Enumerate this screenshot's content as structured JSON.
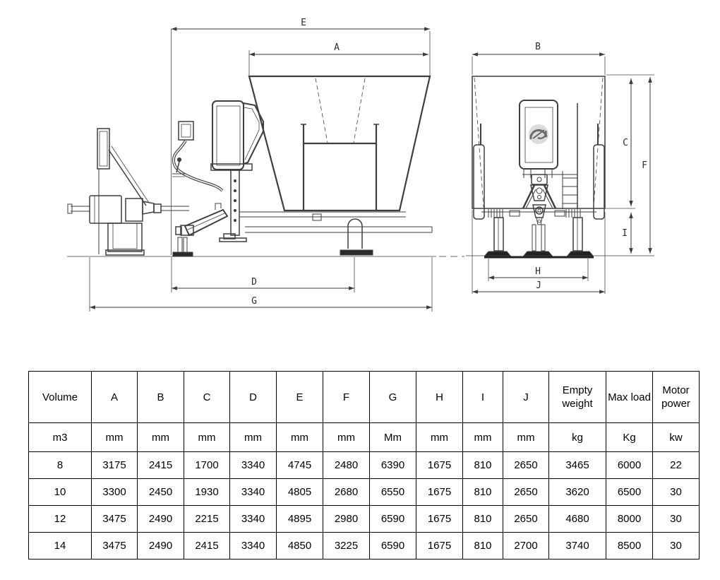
{
  "drawing": {
    "labels": {
      "E": "E",
      "A": "A",
      "D": "D",
      "G": "G",
      "B": "B",
      "C": "C",
      "F": "F",
      "I": "I",
      "H": "H",
      "J": "J"
    }
  },
  "colors": {
    "background": "#ffffff",
    "line": "#3e3e3e",
    "table_border": "#000000",
    "logo_gray": "#9a9a9a"
  },
  "table": {
    "headers": [
      "Volume",
      "A",
      "B",
      "C",
      "D",
      "E",
      "F",
      "G",
      "H",
      "I",
      "J",
      "Empty weight",
      "Max load",
      "Motor power"
    ],
    "units": [
      "m3",
      "mm",
      "mm",
      "mm",
      "mm",
      "mm",
      "mm",
      "Mm",
      "mm",
      "mm",
      "mm",
      "kg",
      "Kg",
      "kw"
    ],
    "rows": [
      [
        "8",
        "3175",
        "2415",
        "1700",
        "3340",
        "4745",
        "2480",
        "6390",
        "1675",
        "810",
        "2650",
        "3465",
        "6000",
        "22"
      ],
      [
        "10",
        "3300",
        "2450",
        "1930",
        "3340",
        "4805",
        "2680",
        "6550",
        "1675",
        "810",
        "2650",
        "3620",
        "6500",
        "30"
      ],
      [
        "12",
        "3475",
        "2490",
        "2215",
        "3340",
        "4895",
        "2980",
        "6590",
        "1675",
        "810",
        "2650",
        "4680",
        "8000",
        "30"
      ],
      [
        "14",
        "3475",
        "2490",
        "2415",
        "3340",
        "4850",
        "3225",
        "6590",
        "1675",
        "810",
        "2700",
        "3740",
        "8500",
        "30"
      ]
    ]
  }
}
